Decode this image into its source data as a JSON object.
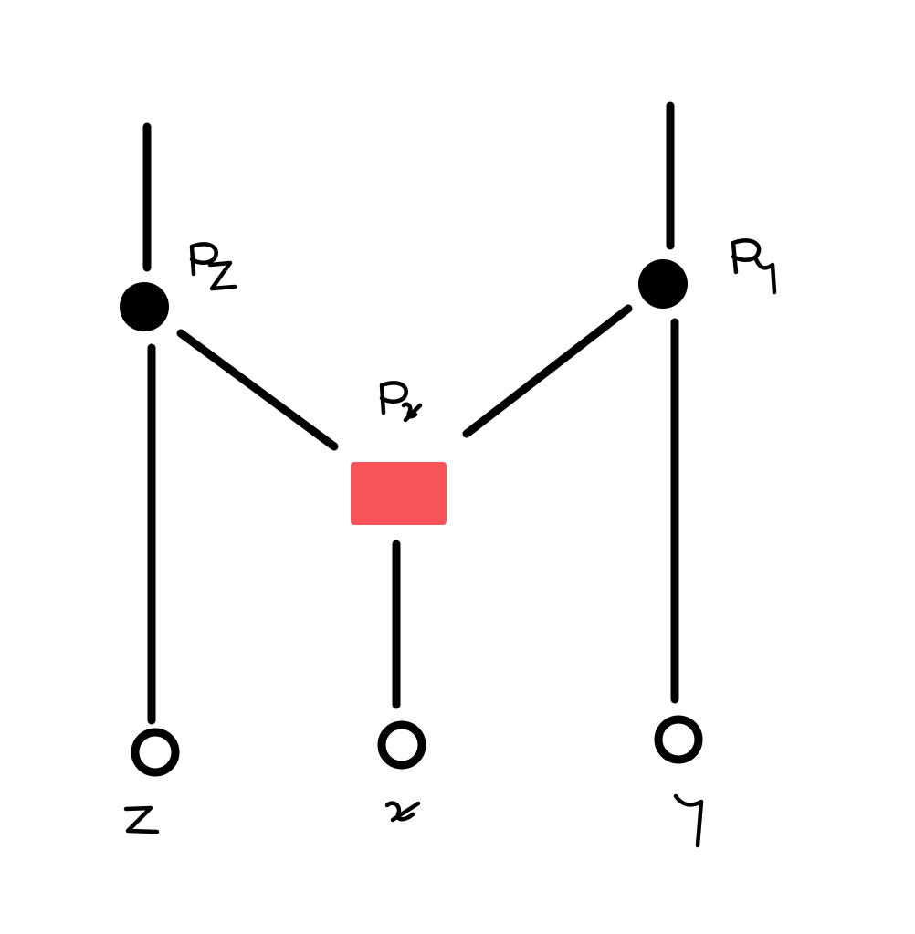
{
  "diagram": {
    "colors": {
      "ink": "#000000",
      "process_box": "#f75459",
      "background": "#ffffff",
      "open_node_fill": "#ffffff"
    },
    "nodes": {
      "pz": {
        "label": "P_Z",
        "label_main": "P",
        "label_sub": "Z",
        "kind": "filled-circle"
      },
      "py": {
        "label": "P_Y",
        "label_main": "P",
        "label_sub": "Y",
        "kind": "filled-circle"
      },
      "px": {
        "label": "P_x",
        "label_main": "P",
        "label_sub": "x",
        "kind": "red-box"
      },
      "z": {
        "label": "Z",
        "kind": "open-circle"
      },
      "x": {
        "label": "x",
        "kind": "open-circle"
      },
      "y": {
        "label": "Y",
        "kind": "open-circle"
      }
    },
    "edges": [
      {
        "from": "pz",
        "to": "top-left",
        "name": "pz-top-wire"
      },
      {
        "from": "pz",
        "to": "z",
        "name": "pz-z-wire"
      },
      {
        "from": "pz",
        "to": "px",
        "name": "pz-px-wire"
      },
      {
        "from": "py",
        "to": "top-right",
        "name": "py-top-wire"
      },
      {
        "from": "py",
        "to": "y",
        "name": "py-y-wire"
      },
      {
        "from": "py",
        "to": "px",
        "name": "py-px-wire"
      },
      {
        "from": "px",
        "to": "x",
        "name": "px-x-wire"
      }
    ]
  }
}
